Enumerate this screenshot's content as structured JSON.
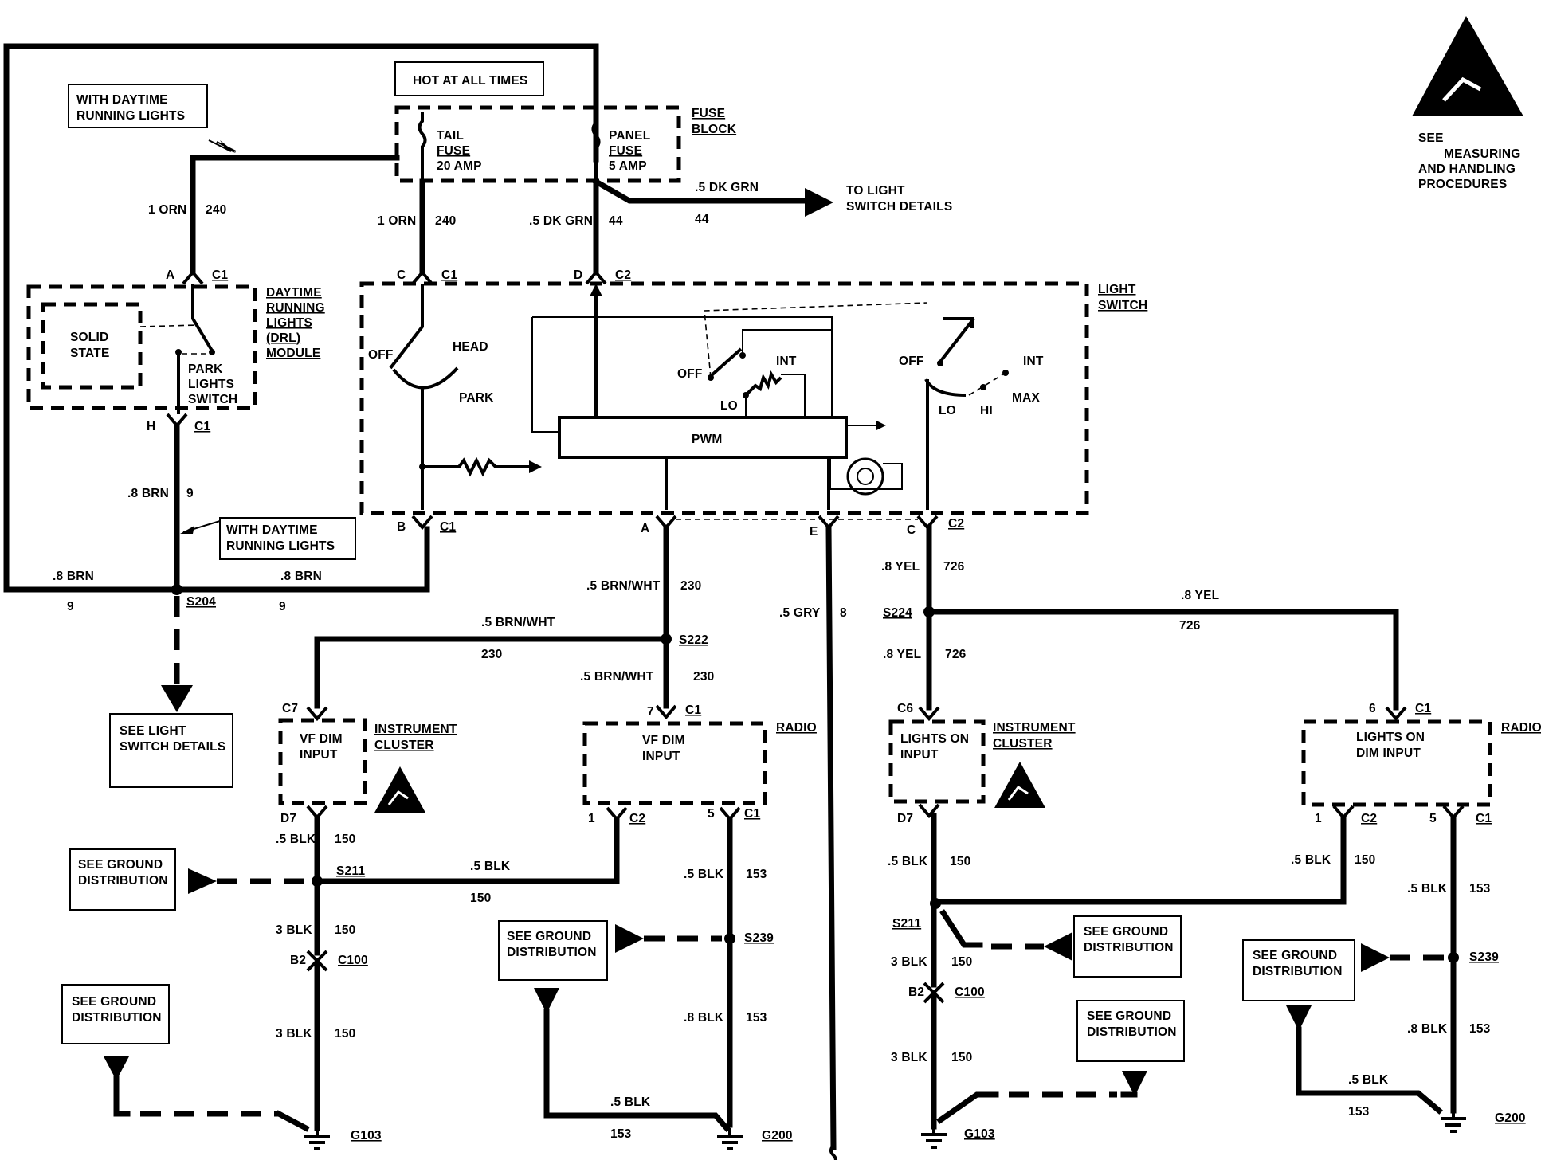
{
  "callouts": {
    "hot_at_all_times": "HOT AT ALL TIMES",
    "drl_top": [
      "WITH DAYTIME",
      "RUNNING LIGHTS"
    ],
    "drl_mid": [
      "WITH DAYTIME",
      "RUNNING LIGHTS"
    ],
    "to_light_switch": [
      "TO LIGHT",
      "SWITCH DETAILS"
    ],
    "see_light_switch": [
      "SEE LIGHT",
      "SWITCH DETAILS"
    ],
    "esd": [
      "SEE",
      "MEASURING",
      "AND HANDLING",
      "PROCEDURES"
    ],
    "ground": [
      "SEE GROUND",
      "DISTRIBUTION"
    ]
  },
  "components": {
    "fuse_block": [
      "FUSE",
      "BLOCK"
    ],
    "tail_fuse": [
      "TAIL",
      "FUSE",
      "20 AMP"
    ],
    "panel_fuse": [
      "PANEL",
      "FUSE",
      "5 AMP"
    ],
    "drl_module": [
      "DAYTIME",
      "RUNNING",
      "LIGHTS",
      "(DRL)",
      "MODULE"
    ],
    "solid_state": [
      "SOLID",
      "STATE"
    ],
    "park_lights_switch": [
      "PARK",
      "LIGHTS",
      "SWITCH"
    ],
    "light_switch": [
      "LIGHT",
      "SWITCH"
    ],
    "pwm": "PWM",
    "sw_off": "OFF",
    "sw_head": "HEAD",
    "sw_park": "PARK",
    "sw_int": "INT",
    "sw_lo": "LO",
    "sw_hi": "HI",
    "sw_max": "MAX",
    "instrument_cluster": [
      "INSTRUMENT",
      "CLUSTER"
    ],
    "radio": "RADIO",
    "vf_dim_input": [
      "VF DIM",
      "INPUT"
    ],
    "lights_on_input": [
      "LIGHTS ON",
      "INPUT"
    ],
    "lights_on_dim_input": [
      "LIGHTS ON",
      "DIM INPUT"
    ]
  },
  "connectors": {
    "c1": "C1",
    "c2": "C2",
    "c100": "C100",
    "a": "A",
    "b": "B",
    "c": "C",
    "d": "D",
    "e": "E",
    "h": "H",
    "c7": "C7",
    "c6": "C6",
    "d7": "D7",
    "b2": "B2",
    "p7": "7",
    "p6": "6",
    "p1": "1",
    "p5": "5"
  },
  "splices": {
    "s204": "S204",
    "s222": "S222",
    "s224": "S224",
    "s211": "S211",
    "s239": "S239"
  },
  "grounds": {
    "g103": "G103",
    "g200": "G200"
  },
  "wires": {
    "orn1": "1 ORN",
    "c240": "240",
    "dkgrn": ".5 DK GRN",
    "c44": "44",
    "brn8": ".8 BRN",
    "c9": "9",
    "brnwht": ".5 BRN/WHT",
    "c230": "230",
    "gry": ".5 GRY",
    "c8": "8",
    "yel": ".8 YEL",
    "c726": "726",
    "blk5": ".5 BLK",
    "blk3": "3 BLK",
    "blk8": ".8 BLK",
    "c150": "150",
    "c153": "153"
  }
}
